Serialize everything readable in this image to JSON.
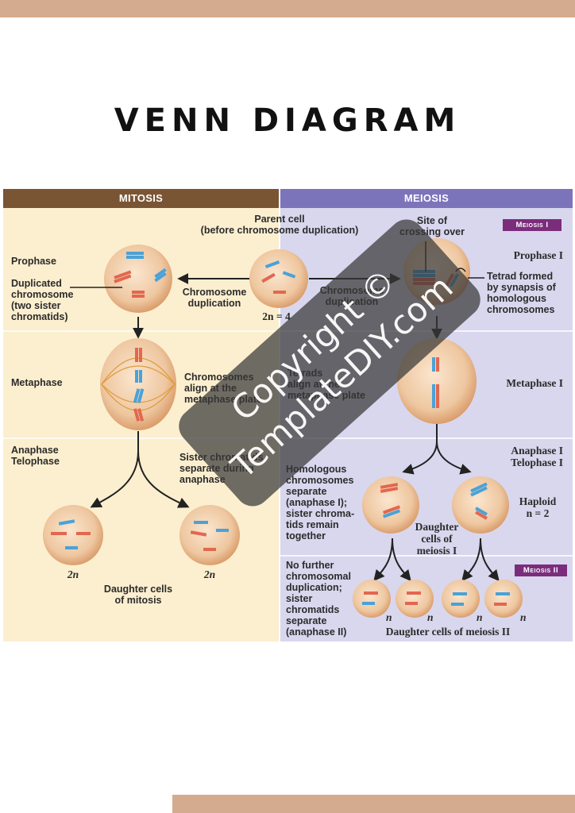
{
  "page": {
    "title": "VENN DIAGRAM",
    "band_color": "#d5ab8f"
  },
  "figure": {
    "headers": {
      "mitosis": "MITOSIS",
      "meiosis": "MEIOSIS"
    },
    "tags": {
      "meiosis1": "Meiosis I",
      "meiosis2": "Meiosis II"
    },
    "colors": {
      "mitosis_bg": "#fcefcf",
      "meiosis_bg": "#d8d7ee",
      "mitosis_header": "#7a5534",
      "meiosis_header": "#7b74bb",
      "tag_bg": "#7b2d7c",
      "red": "#e2674f",
      "blue": "#4aa2d8"
    },
    "center": {
      "parent_cell": "Parent cell\n(before chromosome duplication)",
      "chromosome_duplication_left": "Chromosome\nduplication",
      "chromosome_duplication_right": "Chromosome\nduplication",
      "ploidy": "2n = 4"
    },
    "mitosis": {
      "prophase": "Prophase",
      "duplicated_chromosome": "Duplicated\nchromosome\n(two sister\nchromatids)",
      "metaphase": "Metaphase",
      "align": "Chromosomes\nalign at the\nmetaphase plate",
      "anaphase_telophase": "Anaphase\nTelophase",
      "sister_separate": "Sister chromatids\nseparate during\nanaphase",
      "daughter_left_n": "2n",
      "daughter_right_n": "2n",
      "daughter_cells": "Daughter cells\nof mitosis"
    },
    "meiosis": {
      "site_crossing": "Site of\ncrossing over",
      "prophase1": "Prophase I",
      "tetrad_formed": "Tetrad formed\nby synapsis of\nhomologous\nchromosomes",
      "tetrads_align": "Tetrads\nalign at the\nmetaphase plate",
      "metaphase1": "Metaphase I",
      "anaphase_telophase1": "Anaphase I\nTelophase I",
      "homologous_separate": "Homologous\nchromosomes\nseparate\n(anaphase I);\nsister chroma-\ntids remain\ntogether",
      "haploid": "Haploid\nn = 2",
      "daughter_meiosis1": "Daughter\ncells of\nmeiosis I",
      "no_further": "No further\nchromosomal\nduplication;\nsister\nchromatids\nseparate\n(anaphase II)",
      "n_labels": [
        "n",
        "n",
        "n",
        "n"
      ],
      "daughter_meiosis2": "Daughter cells of meiosis II"
    },
    "watermark": "Copyright ©\nTemplateDIY.com"
  }
}
